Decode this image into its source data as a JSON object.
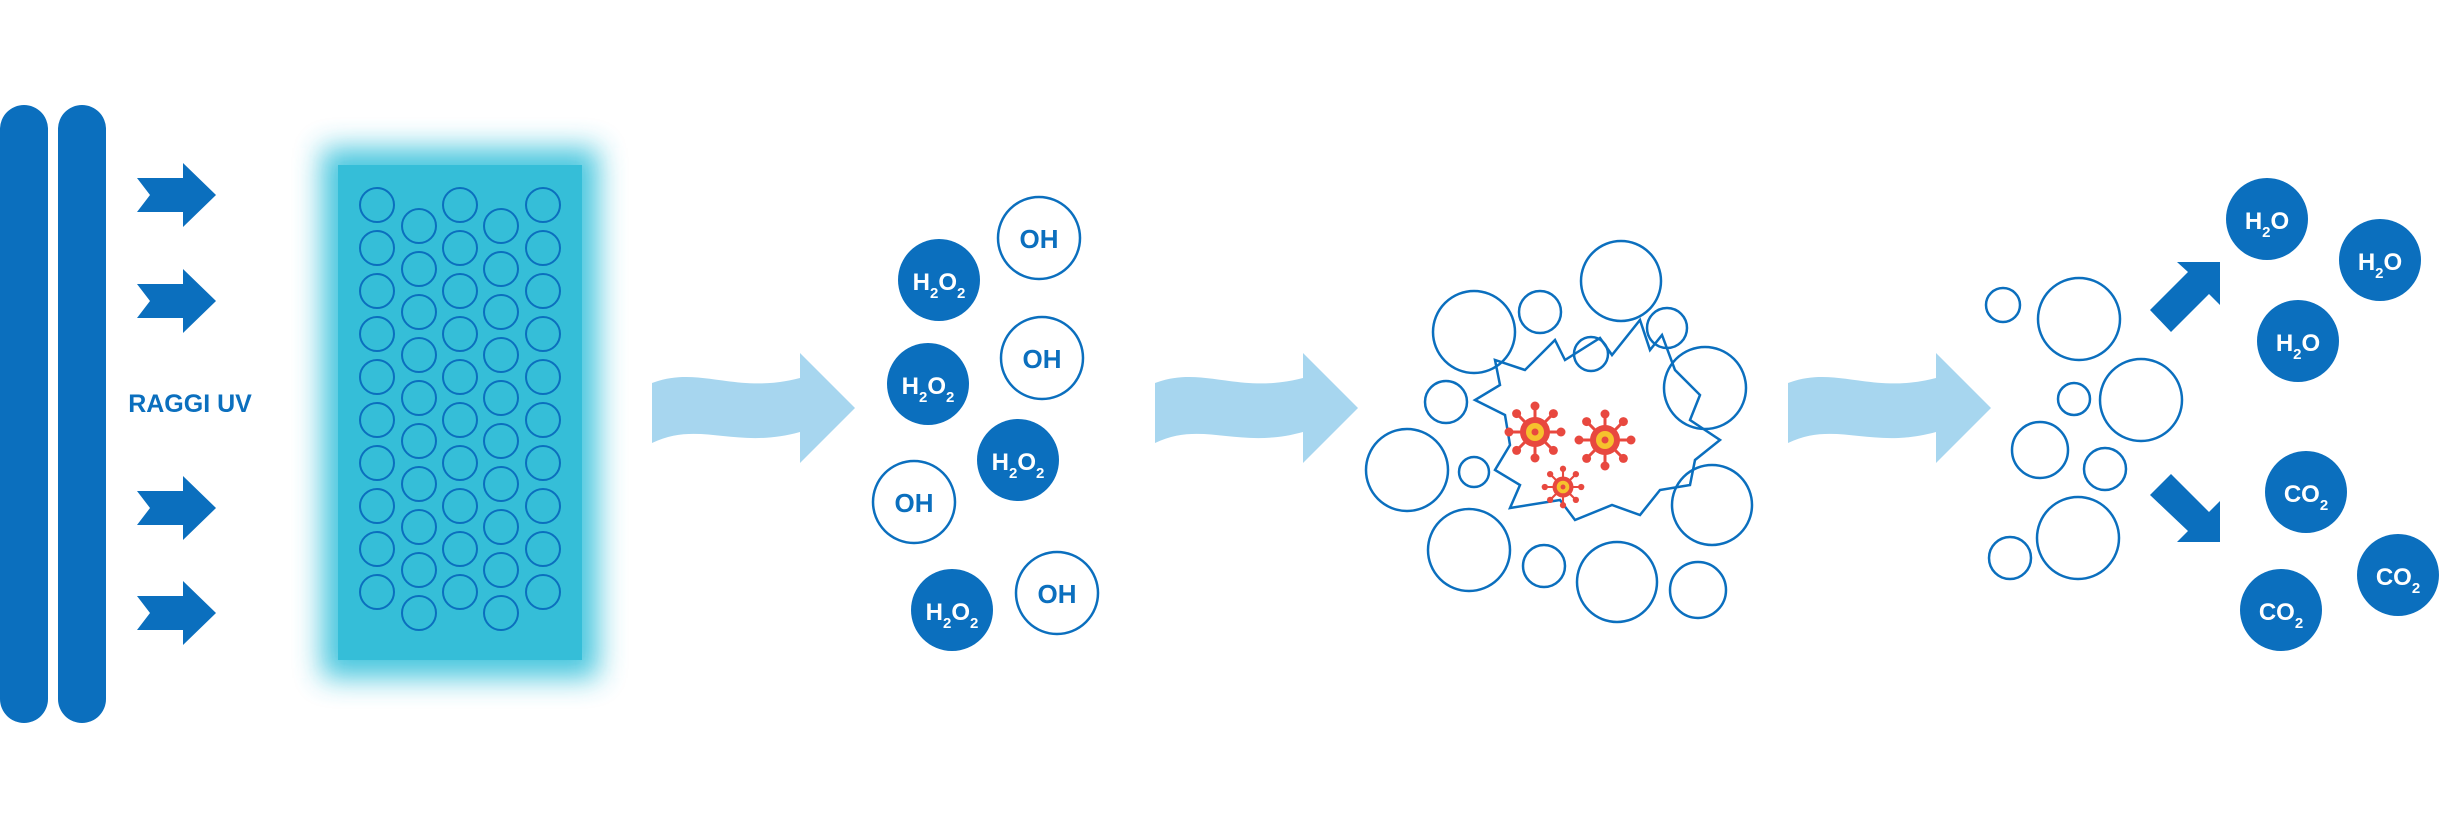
{
  "colors": {
    "primary_blue": "#0b6fbe",
    "light_blue": "#a7d6ef",
    "glow_cyan": "#3cc3dc",
    "virus_red": "#e8483f",
    "virus_yellow": "#f6c22d",
    "background": "#ffffff"
  },
  "uv_label": "RAGGI UV",
  "molecules": {
    "oh": "OH",
    "h2o2": {
      "main": "H",
      "sub1": "2",
      "mid": "O",
      "sub2": "2"
    },
    "h2o": {
      "main": "H",
      "sub1": "2",
      "mid": "O"
    },
    "co2": {
      "main": "CO",
      "sub1": "2"
    }
  },
  "icons": [
    "uv-lamp-bar-icon",
    "right-arrow-icon",
    "wave-arrow-icon",
    "virus-icon",
    "diagonal-arrow-icon"
  ]
}
